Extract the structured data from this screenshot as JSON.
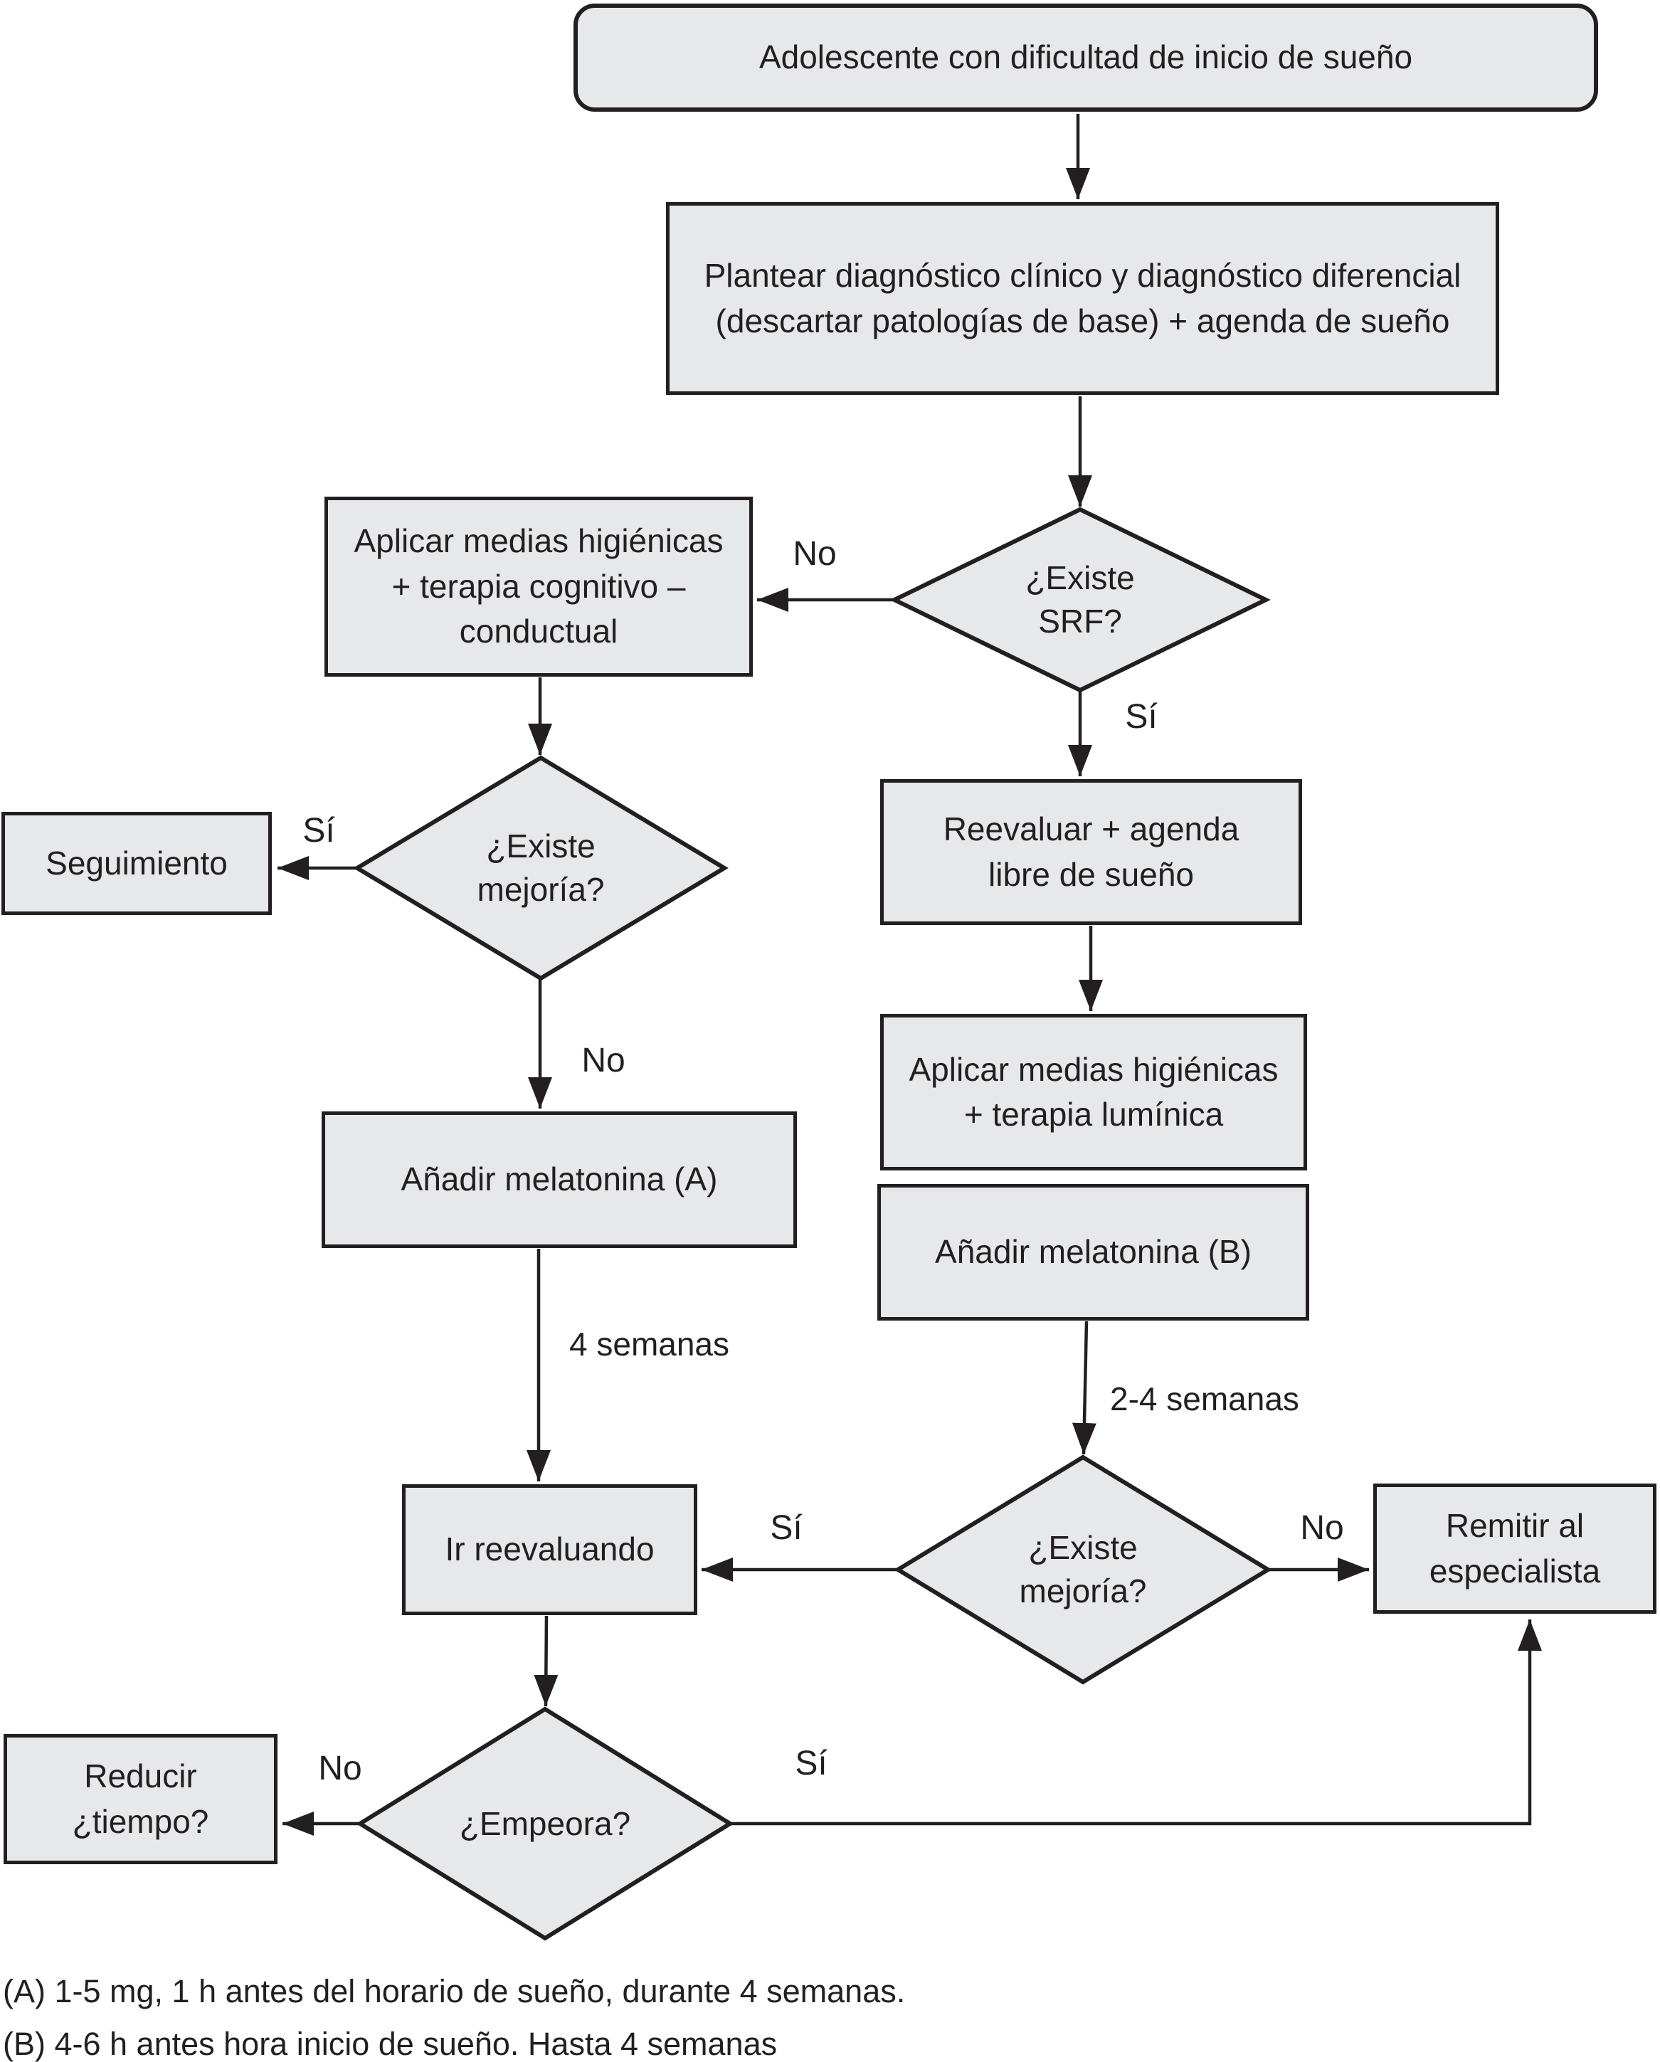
{
  "flowchart": {
    "nodes": {
      "start": {
        "label": "Adolescente con dificultad de inicio de sueño"
      },
      "diagnostico": {
        "label": "Plantear diagnóstico clínico y diagnóstico diferencial (descartar patologías de base) + agenda de sueño"
      },
      "medidas_cognitivo": {
        "label": "Aplicar medias higiénicas + terapia cognitivo – conductual"
      },
      "existe_srf": {
        "label": "¿Existe SRF?"
      },
      "seguimiento": {
        "label": "Seguimiento"
      },
      "existe_mejoria_1": {
        "label": "¿Existe mejoría?"
      },
      "reevaluar": {
        "label": "Reevaluar + agenda libre de sueño"
      },
      "medidas_luminica": {
        "label": "Aplicar medias higiénicas + terapia lumínica"
      },
      "melatonina_b": {
        "label": "Añadir melatonina (B)"
      },
      "melatonina_a": {
        "label": "Añadir melatonina (A)"
      },
      "ir_reevaluando": {
        "label": "Ir reevaluando"
      },
      "existe_mejoria_2": {
        "label": "¿Existe mejoría?"
      },
      "remitir": {
        "label": "Remitir al especialista"
      },
      "empeora": {
        "label": "¿Empeora?"
      },
      "reducir": {
        "label": "Reducir ¿tiempo?"
      }
    },
    "edge_labels": {
      "no_srf": "No",
      "si_srf": "Sí",
      "si_mejoria_1": "Sí",
      "no_mejoria_1": "No",
      "cuatro_semanas": "4 semanas",
      "dos_cuatro_semanas": "2-4 semanas",
      "si_mejoria_2": "Sí",
      "no_mejoria_2": "No",
      "no_empeora": "No",
      "si_empeora": "Sí"
    },
    "footnotes": {
      "a": "(A) 1-5 mg, 1 h antes del horario de sueño, durante 4 semanas.",
      "b": "(B) 4-6 h antes hora inicio de sueño. Hasta 4 semanas"
    },
    "colors": {
      "node_fill": "#e7e8e9",
      "node_border": "#231f20",
      "text": "#231f20",
      "background": "#ffffff"
    }
  }
}
